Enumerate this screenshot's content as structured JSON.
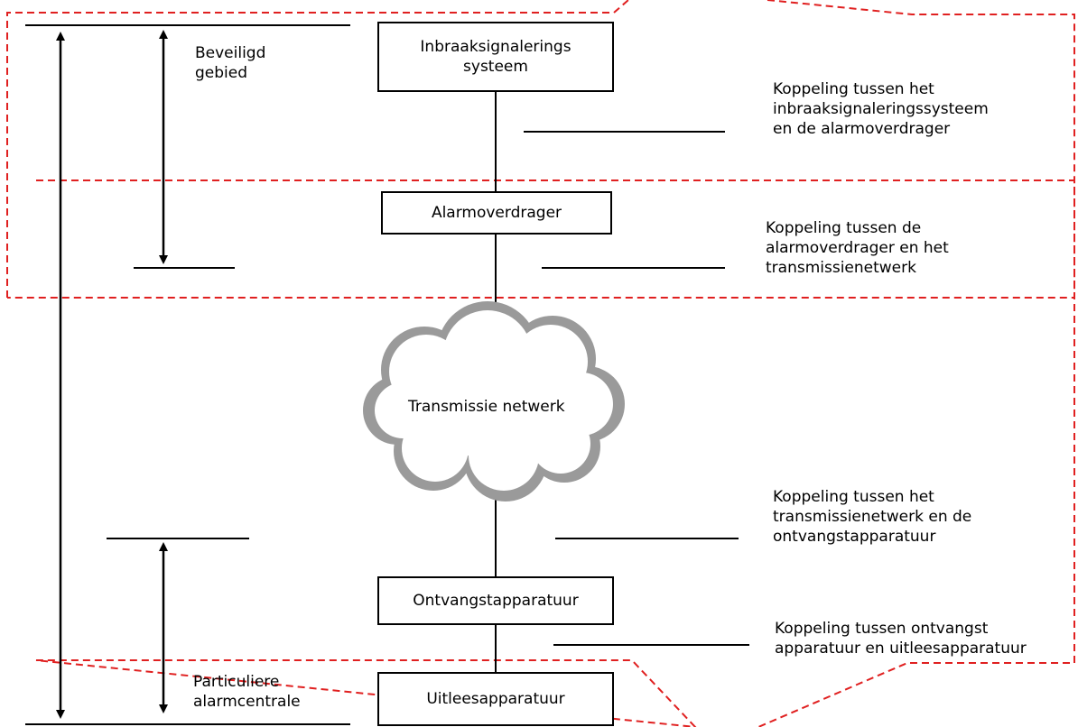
{
  "regions": {
    "protected": {
      "label_line1": "Beveiligd",
      "label_line2": "gebied"
    },
    "alarm_center": {
      "label_line1": "Particuliere",
      "label_line2": "alarmcentrale"
    }
  },
  "components": {
    "intrusion_system": {
      "line1": "Inbraaksignalerings",
      "line2": "systeem"
    },
    "alarm_transmitter": {
      "label": "Alarmoverdrager"
    },
    "network": {
      "label": "Transmissie netwerk"
    },
    "receiving_equipment": {
      "label": "Ontvangstapparatuur"
    },
    "readout_equipment": {
      "label": "Uitleesapparatuur"
    }
  },
  "interfaces": {
    "ids_transmitter": {
      "line1": "Koppeling tussen het",
      "line2": "inbraaksignaleringssysteem",
      "line3": "en de alarmoverdrager"
    },
    "transmitter_network": {
      "line1": "Koppeling tussen de",
      "line2": "alarmoverdrager en het",
      "line3": "transmissienetwerk"
    },
    "network_receiving": {
      "line1": "Koppeling tussen het",
      "line2": "transmissienetwerk en de",
      "line3": "ontvangstapparatuur"
    },
    "receiving_readout": {
      "line1": "Koppeling tussen ontvangst",
      "line2": "apparatuur en uitleesapparatuur"
    }
  },
  "colors": {
    "dashed_outline": "#e02020",
    "line": "#000000"
  }
}
